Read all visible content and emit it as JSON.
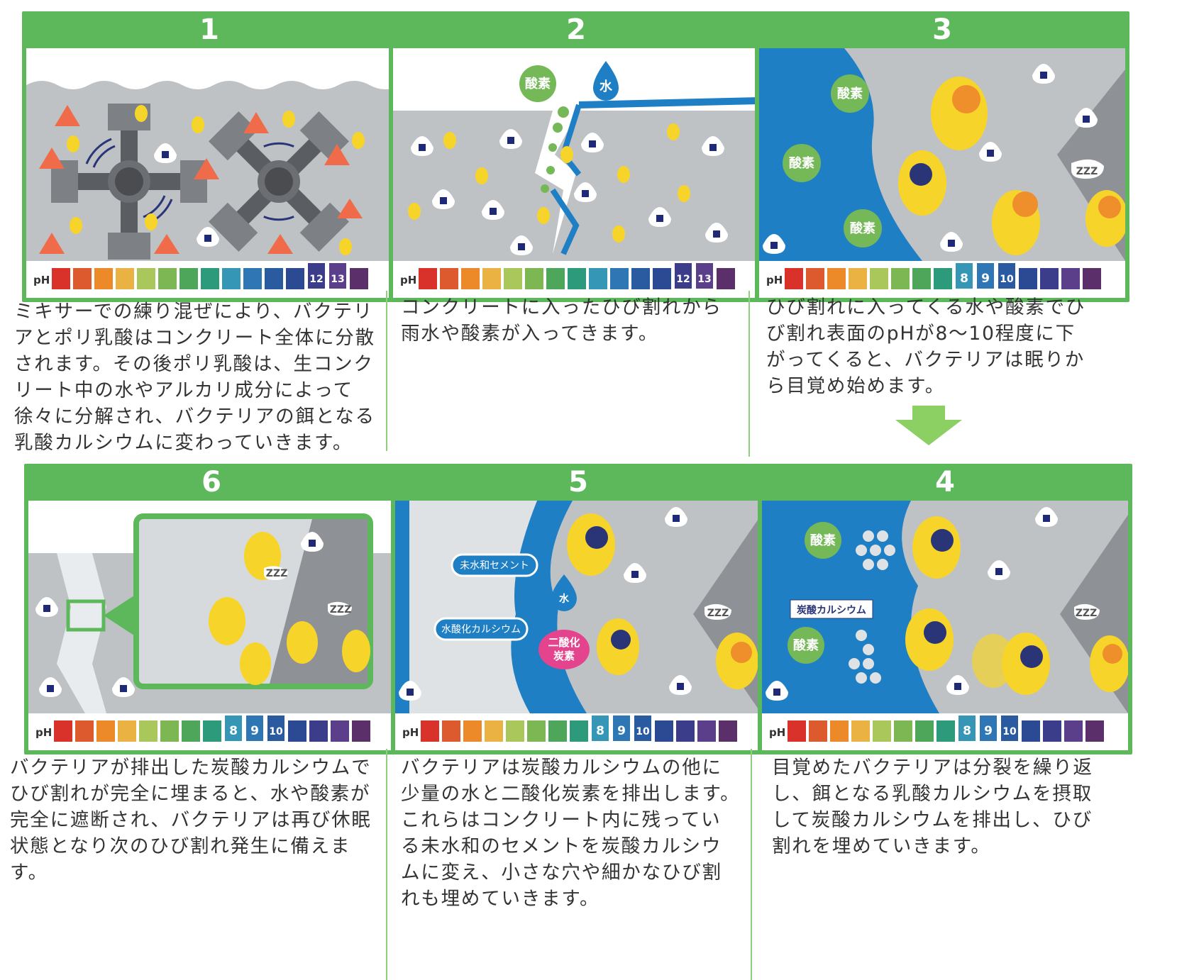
{
  "steps": [
    {
      "num": "1",
      "caption_lines": [
        "ミキサーでの練り混ぜにより、バクテリ",
        "アとポリ乳酸はコンクリート全体に分散",
        "されます。その後ポリ乳酸は、生コンク",
        "リート中の水やアルカリ成分によって",
        "徐々に分解され、バクテリアの餌となる",
        "乳酸カルシウムに変わっていきます。"
      ],
      "ph_highlight": [
        "12",
        "13"
      ]
    },
    {
      "num": "2",
      "caption_lines": [
        "コンクリートに入ったひび割れから",
        "雨水や酸素が入ってきます。"
      ],
      "ph_highlight": [
        "12",
        "13"
      ],
      "labels": {
        "oxygen": "酸素",
        "water": "水"
      }
    },
    {
      "num": "3",
      "caption_lines": [
        "ひび割れに入ってくる水や酸素でひ",
        "び割れ表面のpHが8〜10程度に下",
        "がってくると、バクテリアは眠りか",
        "ら目覚め始めます。"
      ],
      "ph_highlight": [
        "8",
        "9",
        "10"
      ],
      "labels": {
        "oxygen": "酸素",
        "sleep": "ZZZ"
      }
    },
    {
      "num": "4",
      "caption_lines": [
        "目覚めたバクテリアは分裂を繰り返",
        "し、餌となる乳酸カルシウムを摂取",
        "して炭酸カルシウムを排出し、ひび",
        "割れを埋めていきます。"
      ],
      "ph_highlight": [
        "8",
        "9",
        "10"
      ],
      "labels": {
        "oxygen": "酸素",
        "calcium_carbonate": "炭酸カルシウム",
        "sleep": "ZZZ"
      }
    },
    {
      "num": "5",
      "caption_lines": [
        "バクテリアは炭酸カルシウムの他に",
        "少量の水と二酸化炭素を排出します。",
        "これらはコンクリート内に残ってい",
        "る未水和のセメントを炭酸カルシウ",
        "ムに変え、小さな穴や細かなひび割",
        "れも埋めていきます。"
      ],
      "ph_highlight": [
        "8",
        "9",
        "10"
      ],
      "labels": {
        "unhydrated_cement": "未水和セメント",
        "calcium_hydroxide": "水酸化カルシウム",
        "water": "水",
        "co2_line1": "二酸化",
        "co2_line2": "炭素",
        "sleep": "ZZZ"
      }
    },
    {
      "num": "6",
      "caption_lines": [
        "バクテリアが排出した炭酸カルシウムで",
        "ひび割れが完全に埋まると、水や酸素が",
        "完全に遮断され、バクテリアは再び休眠",
        "状態となり次のひび割れ発生に備えます。"
      ],
      "ph_highlight": [
        "8",
        "9",
        "10"
      ],
      "labels": {
        "sleep": "ZZZ"
      }
    }
  ],
  "ph_scale": {
    "label": "pH",
    "colors": [
      "#d9322b",
      "#dc5a2e",
      "#ec8a2a",
      "#e9b243",
      "#a9c75a",
      "#7cb754",
      "#4ea65a",
      "#2e9a7c",
      "#3596b5",
      "#2f76b5",
      "#2a5aa0",
      "#2b4a93",
      "#3b3c8a",
      "#5b3f8a",
      "#5a2f6a"
    ]
  },
  "arrow": "down-arrow-icon"
}
